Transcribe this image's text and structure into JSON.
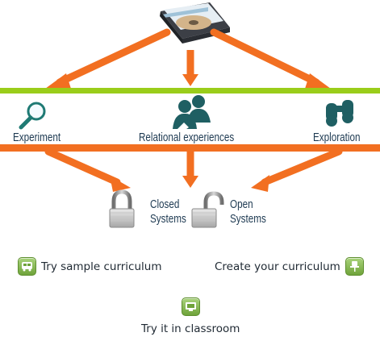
{
  "nodes": {
    "experiment": "Experiment",
    "relational": "Relational experiences",
    "exploration": "Exploration"
  },
  "systems": {
    "closed": [
      "Closed",
      "Systems"
    ],
    "open": [
      "Open",
      "Systems"
    ]
  },
  "actions": {
    "try_sample": "Try sample curriculum",
    "create": "Create your curriculum",
    "classroom": "Try it in classroom"
  },
  "icons": {
    "top": "cd-drive-icon",
    "experiment": "magnifying-glass-icon",
    "relational": "people-icon",
    "exploration": "binoculars-icon",
    "closed": "closed-padlock-icon",
    "open": "open-padlock-icon",
    "try_sample": "bus-icon",
    "create": "pin-icon",
    "classroom": "monitor-icon"
  },
  "colors": {
    "arrow": "#f26f21",
    "green_bar": "#9acd1a",
    "orange_bar": "#f26f21",
    "button": "#8cc152"
  }
}
